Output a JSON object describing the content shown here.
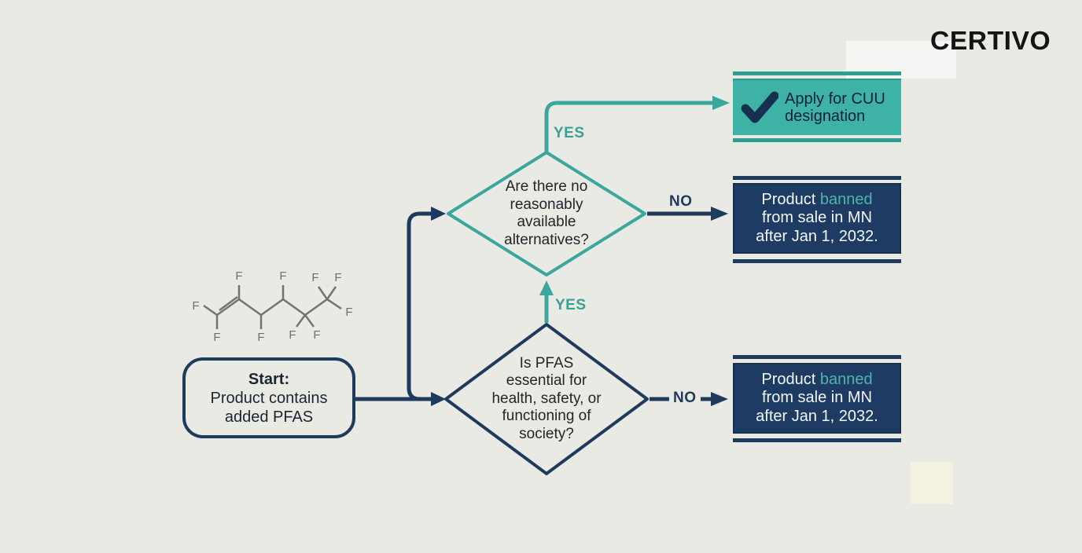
{
  "page": {
    "background": "#e9eae4"
  },
  "logo": {
    "text": "CERTIVO"
  },
  "colors": {
    "teal": "#35a294",
    "teal_fill": "#3fb2a6",
    "navy": "#1e3a5c",
    "banned_box_fill": "#1e3c63",
    "banned_highlight": "#4db6ac"
  },
  "start": {
    "title": "Start:",
    "body": "Product contains\nadded PFAS"
  },
  "decisions": {
    "alternatives": {
      "text": "Are there no\nreasonably\navailable\nalternatives?"
    },
    "essential": {
      "text": "Is PFAS\nessential for\nhealth, safety, or\nfunctioning of\nsociety?"
    }
  },
  "labels": {
    "yes": "YES",
    "no": "NO"
  },
  "outcomes": {
    "cuu": {
      "text": "Apply for CUU\ndesignation",
      "icon": "checkmark-icon"
    },
    "banned_top": {
      "prefix": "Product ",
      "highlight": "banned",
      "line2": "from sale in MN",
      "line3": "after Jan 1, 2032."
    },
    "banned_bottom": {
      "prefix": "Product ",
      "highlight": "banned",
      "line2": "from sale in MN",
      "line3": "after Jan 1, 2032."
    }
  },
  "molecule": {
    "atom_label": "F"
  }
}
